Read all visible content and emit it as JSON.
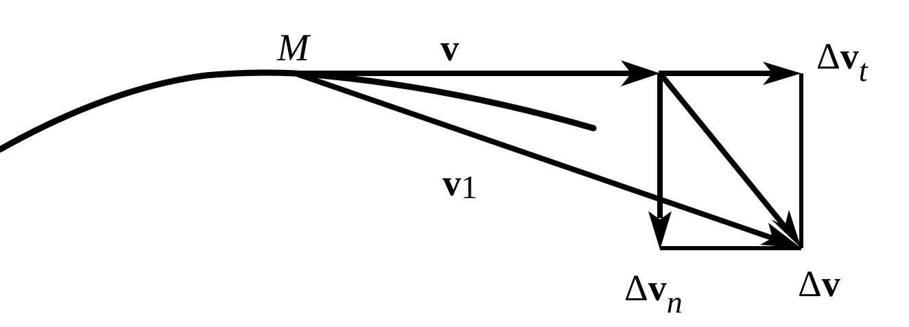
{
  "diagram": {
    "labels": {
      "point": "M",
      "velocity": "v",
      "velocity_new": "v",
      "velocity_new_sub": "1",
      "delta_symbol": "Δ",
      "delta_vt": "v",
      "delta_vt_sub": "t",
      "delta_vn": "v",
      "delta_vn_sub": "n",
      "delta_v": "v"
    },
    "colors": {
      "stroke": "#000000",
      "background": "#ffffff"
    }
  }
}
